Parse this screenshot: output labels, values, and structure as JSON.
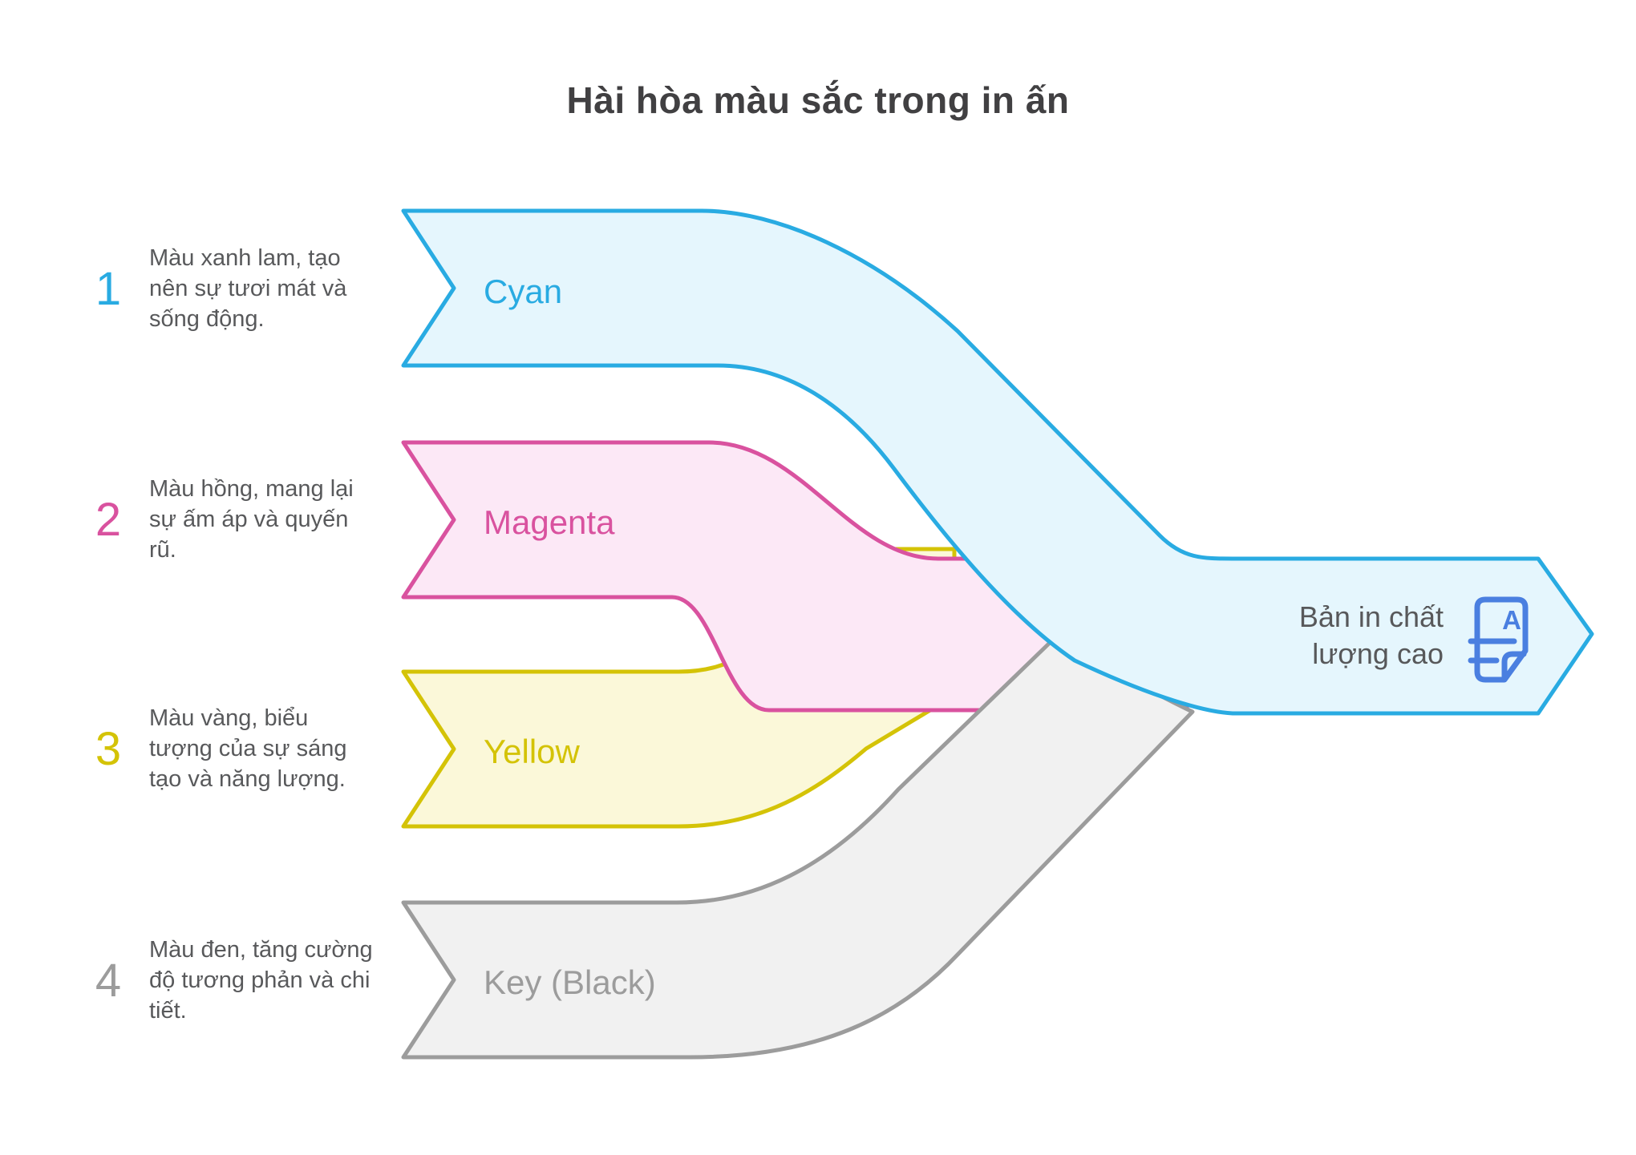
{
  "title": "Hài hòa màu sắc trong in ấn",
  "steps": [
    {
      "number": "1",
      "description": "Màu xanh lam, tạo nên sự tươi mát và sống động.",
      "label": "Cyan",
      "accent": "#29abe2",
      "fill": "#e5f6fd"
    },
    {
      "number": "2",
      "description": "Màu hồng, mang lại sự ấm áp và quyến rũ.",
      "label": "Magenta",
      "accent": "#d9529f",
      "fill": "#fce8f6"
    },
    {
      "number": "3",
      "description": "Màu vàng, biểu tượng của sự sáng tạo và năng lượng.",
      "label": "Yellow",
      "accent": "#d4c307",
      "fill": "#fbf8d9"
    },
    {
      "number": "4",
      "description": "Màu đen, tăng cường độ tương phản và chi tiết.",
      "label": "Key (Black)",
      "accent": "#9c9c9c",
      "fill": "#f1f1f1"
    }
  ],
  "output": {
    "label_line1": "Bản in chất",
    "label_line2": "lượng cao",
    "icon": "document-quality-icon",
    "icon_letter": "A",
    "icon_color": "#4a7fe0"
  },
  "style": {
    "title_color": "#414042",
    "body_text_color": "#58595b",
    "background": "#ffffff"
  }
}
